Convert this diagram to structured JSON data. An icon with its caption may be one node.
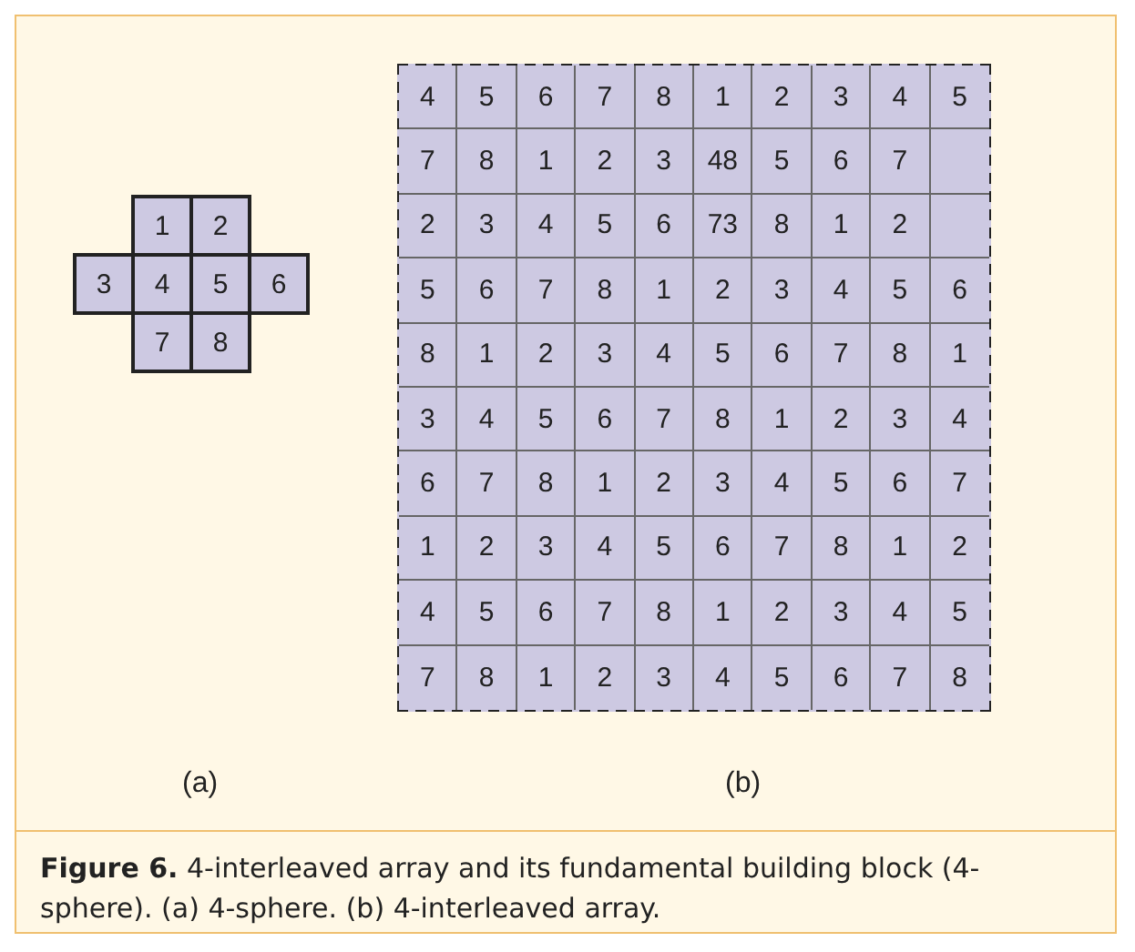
{
  "diagram": {
    "caption": "**Figure 6.** 4-interleaved array and its fundamental building block (4-sphere). (a) 4-sphere. (b) 4-interleaved array.",
    "labels": [
      "1",
      "2",
      "3",
      "4",
      "5",
      "6",
      "7",
      "8",
      "4",
      "5",
      "6",
      "7",
      "8",
      "1",
      "2",
      "3",
      "4",
      "5",
      "7",
      "8",
      "1",
      "2",
      "3",
      "48",
      "5",
      "6",
      "7",
      "2",
      "3",
      "4",
      "5",
      "6",
      "73",
      "8",
      "1",
      "2",
      "5",
      "6",
      "7",
      "8",
      "1",
      "2",
      "3",
      "4",
      "5",
      "6",
      "8",
      "1",
      "2",
      "3",
      "4",
      "5",
      "6",
      "7",
      "8",
      "1",
      "3",
      "4",
      "5",
      "6",
      "7",
      "8",
      "1",
      "2",
      "3",
      "4",
      "6",
      "7",
      "8",
      "1",
      "2",
      "3",
      "4",
      "5",
      "6",
      "7",
      "1",
      "2",
      "3",
      "4",
      "5",
      "6",
      "7",
      "8",
      "1",
      "2",
      "4",
      "5",
      "6",
      "7",
      "8",
      "1",
      "2",
      "3",
      "4",
      "5",
      "7",
      "8",
      "1",
      "2",
      "3",
      "4",
      "5",
      "6",
      "7",
      "8",
      "(a)",
      "(b)"
    ]
  }
}
